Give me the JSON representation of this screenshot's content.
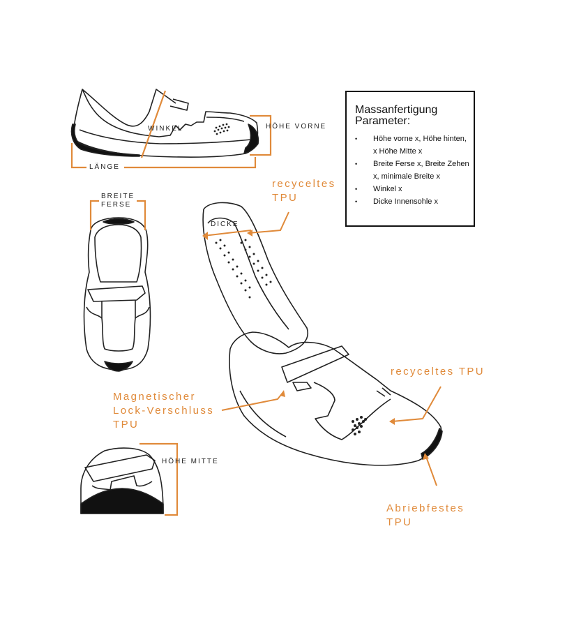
{
  "labels": {
    "winkel": "WINKEL",
    "hoehe_vorne": "HÖHE VORNE",
    "laenge": "LÄNGE",
    "breite_ferse_line1": "BREITE",
    "breite_ferse_line2": "FERSE",
    "dicke": "DICKE",
    "hoehe_mitte": "HÖHE MITTE"
  },
  "callouts": {
    "recyceltes_tpu_top_line1": "recyceltes",
    "recyceltes_tpu_top_line2": "TPU",
    "recyceltes_tpu_right": "recyceltes TPU",
    "magnetischer_line1": "Magnetischer",
    "magnetischer_line2": "Lock-Verschluss",
    "magnetischer_line3": "TPU",
    "abriebfestes_line1": "Abriebfestes",
    "abriebfestes_line2": "TPU"
  },
  "parameters": {
    "title": "Massanfertigung\nParameter:",
    "items": [
      "Höhe vorne x, Höhe hinten, x Höhe Mitte x",
      "Breite Ferse x, Breite Zehen x, minimale Breite  x",
      "Winkel x",
      "Dicke Innensohle x"
    ]
  },
  "colors": {
    "accent": "#e08a3a",
    "line": "#222222",
    "fill": "#111111"
  }
}
